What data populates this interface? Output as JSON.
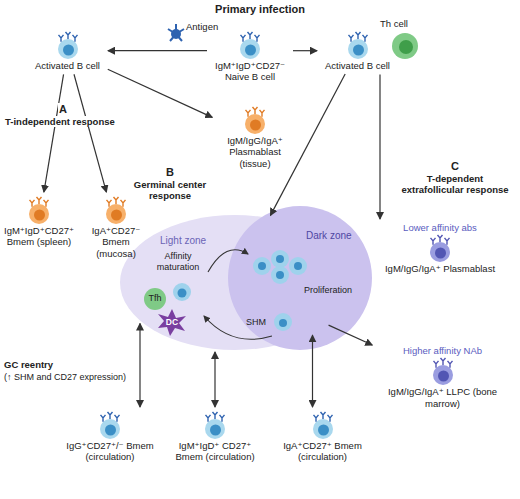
{
  "diagram": {
    "title": "Primary infection",
    "nodes": [
      {
        "text": [
          "IgM⁺IgD⁺CD27⁻ Naive B cell"
        ]
      },
      {
        "text": [
          "Activated B cell"
        ]
      },
      {
        "text": [
          "Activated B cell"
        ]
      },
      {
        "text": [
          "IgM/IgG/IgA⁺ Plasmablast (tissue)"
        ]
      },
      {
        "text": [
          "IgM⁺IgD⁺CD27⁺ Bmem (spleen)"
        ]
      },
      {
        "text": [
          "IgA⁺CD27⁻ Bmem (mucosa)"
        ]
      },
      {
        "text": [
          "Light zone"
        ]
      },
      {
        "text": [
          "Dark zone"
        ],
        "in": 6
      },
      {
        "text": [
          "Lower affinity abs",
          "IgM/IgG/IgA⁺ Plasmablast"
        ]
      },
      {
        "text": [
          "Higher affinity NAb",
          "IgM/IgG/IgA⁺ LLPC (bone marrow)"
        ]
      },
      {
        "text": [
          "IgG⁺CD27⁺/⁻ Bmem (circulation)"
        ]
      },
      {
        "text": [
          "IgM⁺IgD⁺ CD27⁺ Bmem (circulation)"
        ]
      },
      {
        "text": [
          "IgA⁺CD27⁺ Bmem (circulation)"
        ]
      }
    ],
    "edges": [
      {
        "from": 0,
        "to": 1,
        "arrow": "to"
      },
      {
        "from": 0,
        "to": 2,
        "arrow": "to"
      },
      {
        "from": 1,
        "to": 3,
        "arrow": "to"
      },
      {
        "from": 1,
        "to": 4,
        "arrow": "to"
      },
      {
        "from": 1,
        "to": 5,
        "arrow": "to"
      },
      {
        "from": 2,
        "to": 6,
        "arrow": "to"
      },
      {
        "from": 2,
        "to": 8,
        "arrow": "to"
      },
      {
        "from": 6,
        "to": 9,
        "arrow": "to"
      },
      {
        "from": 6,
        "to": 10,
        "arrow": "both"
      },
      {
        "from": 6,
        "to": 11,
        "arrow": "both"
      },
      {
        "from": 6,
        "to": 12,
        "arrow": "both"
      }
    ],
    "labels": [
      "Antigen",
      "Th cell",
      "A",
      "T-independent response",
      "B",
      "Germinal center response",
      "C",
      "T-dependent extrafollicular response",
      "Affinity maturation",
      "Tfh",
      "DC",
      "Proliferation",
      "SHM",
      "GC reentry",
      "(↑ SHM and CD27 expression)"
    ]
  }
}
